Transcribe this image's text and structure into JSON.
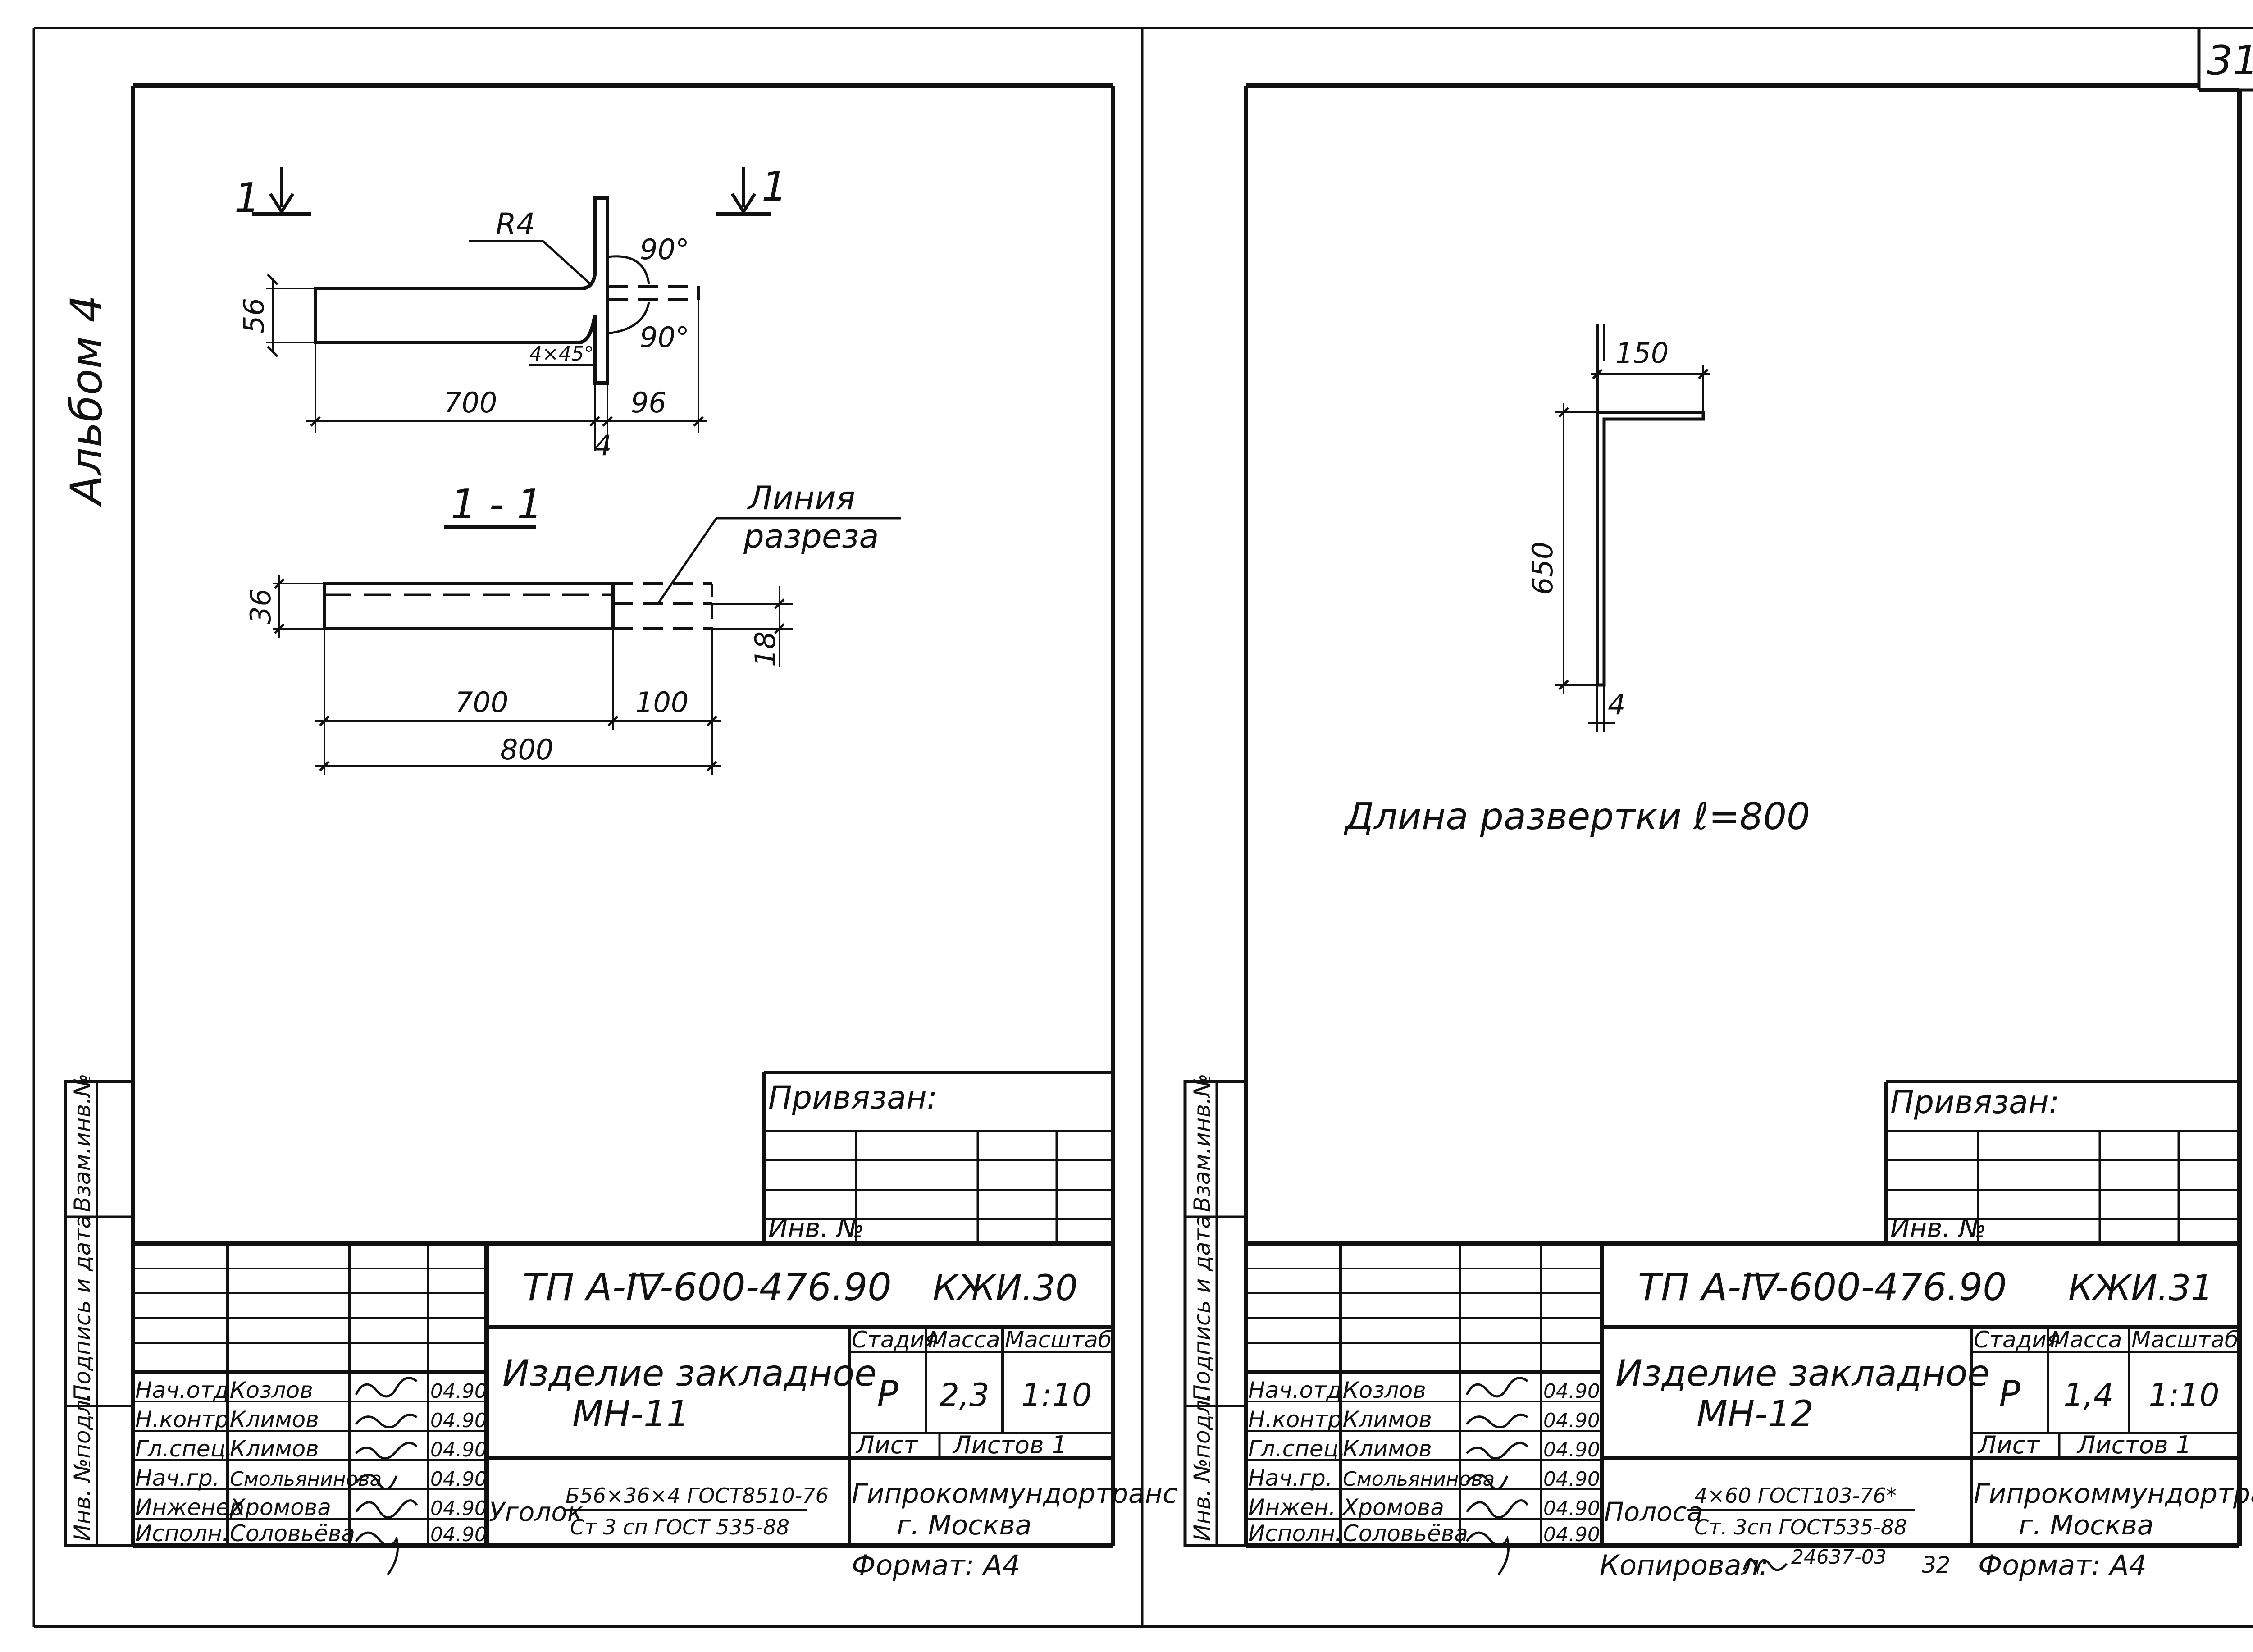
{
  "page": {
    "number": "31",
    "album_label": "Альбом 4"
  },
  "sheets": [
    {
      "drawing": {
        "section_mark": "1",
        "radius_label": "R4",
        "angle_top": "90°",
        "angle_bottom": "90°",
        "chamfer_label": "4×45°",
        "dim_height": "56",
        "dim_length": "700",
        "dim_flange": "96",
        "dim_thickness": "4",
        "section_title": "1 - 1",
        "cut_line_label_1": "Линия",
        "cut_line_label_2": "разреза",
        "sec_dim_height": "36",
        "sec_dim_small": "18",
        "sec_dim_700": "700",
        "sec_dim_100": "100",
        "sec_dim_total": "800"
      },
      "privyazan_label": "Привязан:",
      "inv_label": "Инв. №",
      "side_labels": [
        "Инв. №подл.",
        "Подпись и дата",
        "Взам.инв.№"
      ],
      "doc_code": "ТП А-IV-600-476.90",
      "doc_suffix": "КЖИ.30",
      "title_1": "Изделие закладное",
      "title_2": "МН-11",
      "stage_header": "Стадия",
      "mass_header": "Масса",
      "scale_header": "Масштаб",
      "stage": "Р",
      "mass": "2,3",
      "scale": "1:10",
      "sheet_label": "Лист",
      "sheets_label": "Листов 1",
      "material_name": "Уголок",
      "material_top": "Б56×36×4 ГОСТ8510-76",
      "material_bottom": "Ст 3 сп ГОСТ 535-88",
      "org_1": "Гипрокоммундортранс",
      "org_2": "г. Москва",
      "format_label": "Формат: А4",
      "people": [
        {
          "role": "Нач.отд.",
          "name": "Козлов",
          "date": "04.90"
        },
        {
          "role": "Н.контр.",
          "name": "Климов",
          "date": "04.90"
        },
        {
          "role": "Гл.спец.",
          "name": "Климов",
          "date": "04.90"
        },
        {
          "role": "Нач.гр.",
          "name": "Смольянинова",
          "date": "04.90"
        },
        {
          "role": "Инженер",
          "name": "Хромова",
          "date": "04.90"
        },
        {
          "role": "Исполн.",
          "name": "Соловьёва",
          "date": "04.90"
        }
      ]
    },
    {
      "drawing": {
        "dim_top": "150",
        "dim_height": "650",
        "dim_thickness": "4",
        "unfold_text": "Длина развертки  ℓ=800"
      },
      "privyazan_label": "Привязан:",
      "inv_label": "Инв. №",
      "side_labels": [
        "Инв. №подл.",
        "Подпись и дата",
        "Взам.инв.№"
      ],
      "doc_code": "ТП А-IV-600-476.90",
      "doc_suffix": "КЖИ.31",
      "title_1": "Изделие закладное",
      "title_2": "МН-12",
      "stage_header": "Стадия",
      "mass_header": "Масса",
      "scale_header": "Масштаб",
      "stage": "Р",
      "mass": "1,4",
      "scale": "1:10",
      "sheet_label": "Лист",
      "sheets_label": "Листов 1",
      "material_name": "Полоса",
      "material_top": "4×60 ГОСТ103-76*",
      "material_bottom": "Ст. 3сп ГОСТ535-88",
      "org_1": "Гипрокоммундортранс",
      "org_2": "г. Москва",
      "format_label": "Формат: А4",
      "copied_label": "Копировал:",
      "copied_code": "24637-03",
      "copied_num": "32",
      "people": [
        {
          "role": "Нач.отд.",
          "name": "Козлов",
          "date": "04.90"
        },
        {
          "role": "Н.контр.",
          "name": "Климов",
          "date": "04.90"
        },
        {
          "role": "Гл.спец.",
          "name": "Климов",
          "date": "04.90"
        },
        {
          "role": "Нач.гр.",
          "name": "Смольянинова",
          "date": "04.90"
        },
        {
          "role": "Инжен.",
          "name": "Хромова",
          "date": "04.90"
        },
        {
          "role": "Исполн.",
          "name": "Соловьёва",
          "date": "04.90"
        }
      ]
    }
  ]
}
